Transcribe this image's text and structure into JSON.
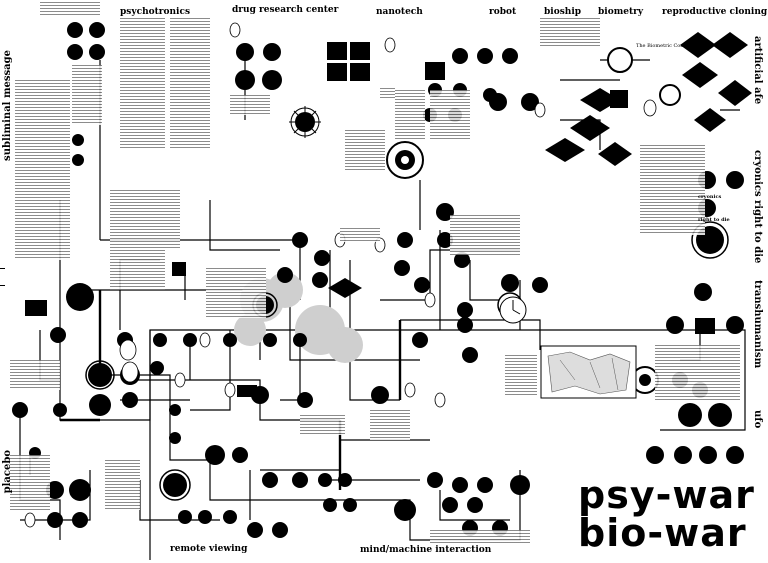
{
  "categories": {
    "top": [
      "psychotronics",
      "drug research center",
      "nanotech",
      "robot",
      "bioship",
      "biometry",
      "reproductive cloning"
    ],
    "left": [
      "subliminal message",
      "placebo"
    ],
    "right": [
      "artificial afe",
      "cryonics",
      "right to die",
      "transhumanism",
      "ufo"
    ],
    "bottom": [
      "remote viewing",
      "mind/machine interaction"
    ]
  },
  "title": {
    "line1": "psy-war",
    "line2": "bio-war"
  },
  "node_captions": {
    "biometric": "The Biometric Consortium",
    "cryo": "cryonics",
    "right_to_die": "right to die"
  }
}
